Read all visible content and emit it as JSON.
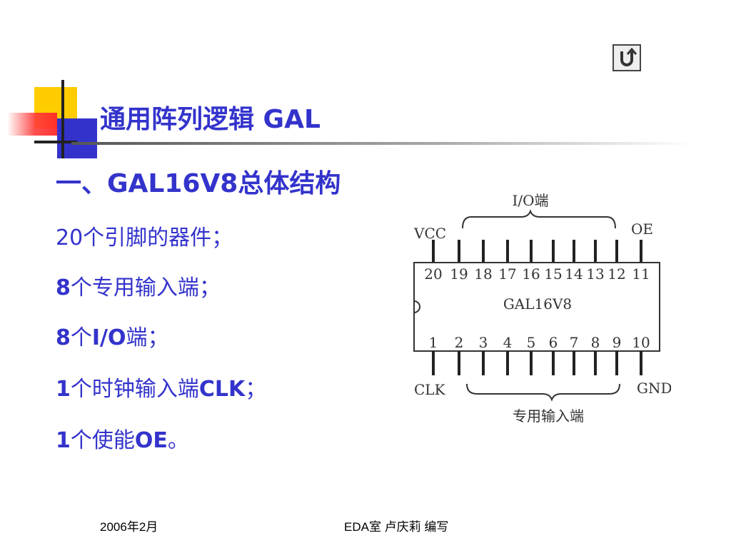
{
  "title": "通用阵列逻辑 GAL",
  "section_heading": "一、GAL16V8总体结构",
  "bullets": [
    {
      "bold": "",
      "text": "20个引脚的器件；"
    },
    {
      "bold": "8",
      "text": "个专用输入端；"
    },
    {
      "bold": "8",
      "text": "个",
      "bold2": "I/O",
      "text2": "端；"
    },
    {
      "bold": "1",
      "text": "个时钟输入端",
      "bold2": "CLK",
      "text2": "；"
    },
    {
      "bold": "1",
      "text": "个使能",
      "bold2": "OE",
      "text2": "。"
    }
  ],
  "diagram": {
    "chip_name": "GAL16V8",
    "io_label": "I/O端",
    "input_label": "专用输入端",
    "vcc_label": "VCC",
    "oe_label": "OE",
    "clk_label": "CLK",
    "gnd_label": "GND",
    "top_pins": [
      "20",
      "19",
      "18",
      "17",
      "16",
      "15",
      "14",
      "13",
      "12",
      "11"
    ],
    "bottom_pins": [
      "1",
      "2",
      "3",
      "4",
      "5",
      "6",
      "7",
      "8",
      "9",
      "10"
    ]
  },
  "footer": {
    "date": "2006年2月",
    "author": "EDA室   卢庆莉   编写"
  },
  "colors": {
    "text_blue": "#3333cc",
    "accent_yellow": "#ffcc00",
    "accent_red": "#ff3c3c"
  },
  "icons": {
    "return": "return-u-turn-icon"
  }
}
